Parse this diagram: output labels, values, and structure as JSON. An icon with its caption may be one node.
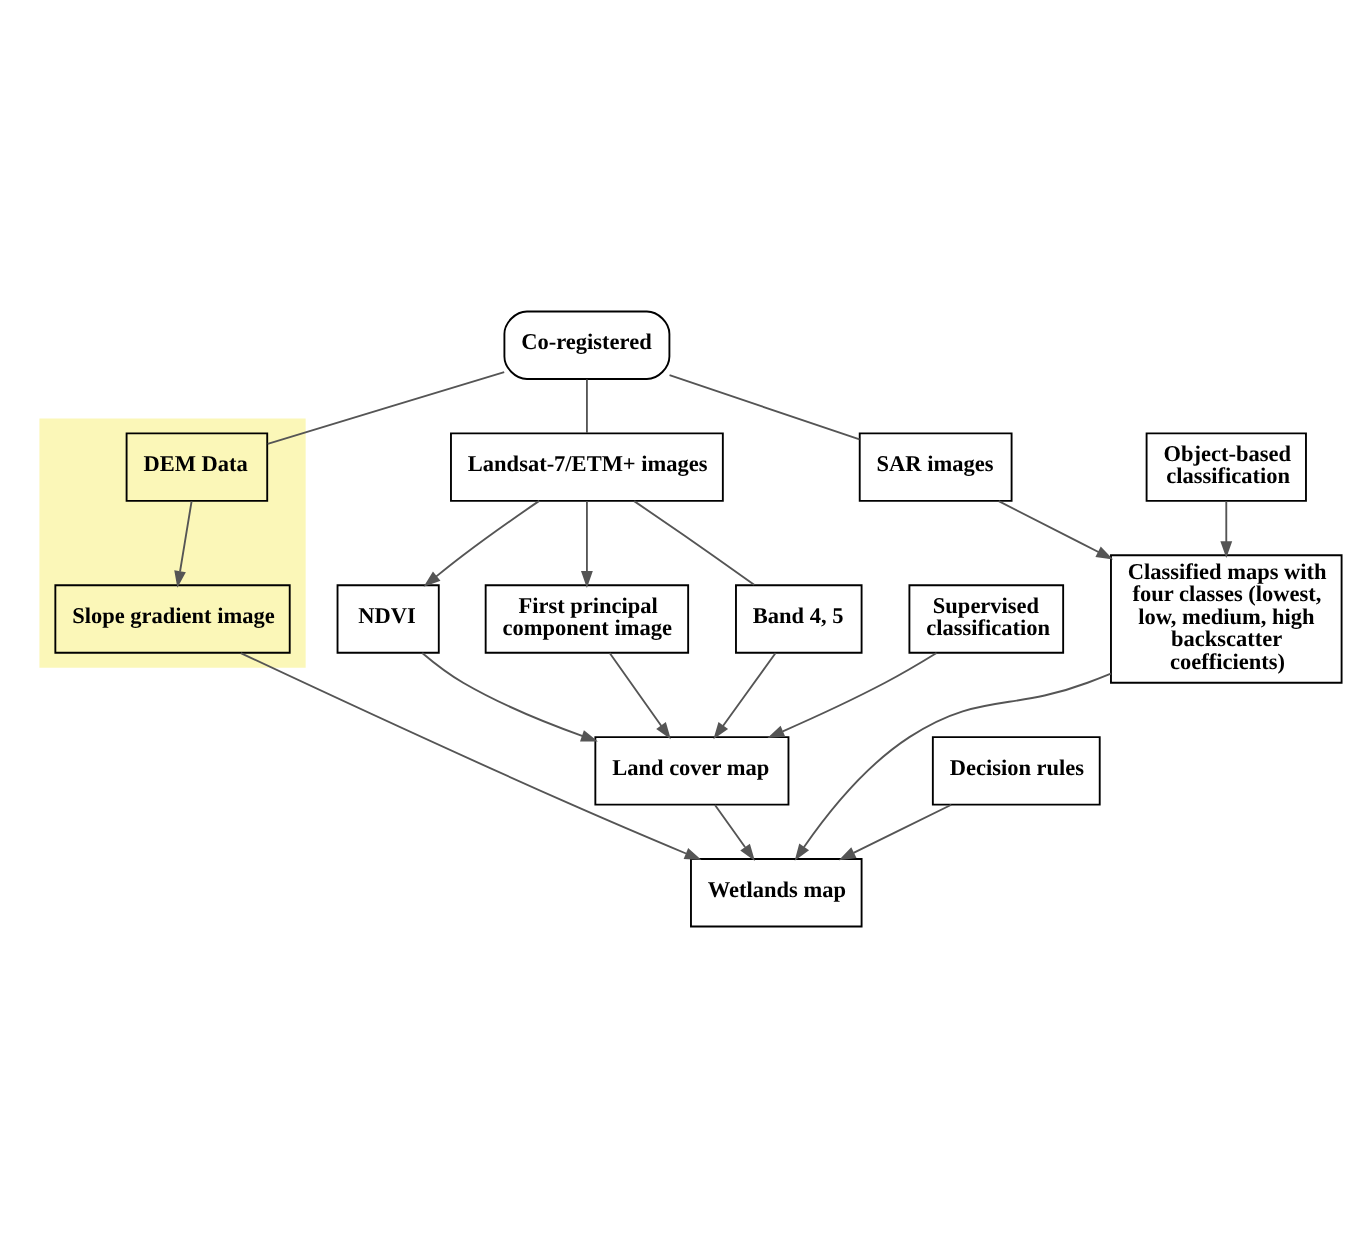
{
  "diagram": {
    "nodes": [
      {
        "text": [
          "Co-registered"
        ]
      },
      {
        "text": [],
        "shape": "band"
      },
      {
        "text": [
          "DEM Data"
        ],
        "in": 1
      },
      {
        "text": [
          "Slope gradient image"
        ],
        "in": 1
      },
      {
        "text": [
          "Landsat-7/ETM+ images"
        ]
      },
      {
        "text": [
          "SAR images"
        ]
      },
      {
        "text": [
          "NDVI"
        ]
      },
      {
        "text": [
          "First principal component image"
        ]
      },
      {
        "text": [
          "Object-based classification"
        ]
      },
      {
        "text": [
          "Band 4, 5"
        ]
      },
      {
        "text": [
          "Supervised classification"
        ]
      },
      {
        "text": [
          "Land cover map"
        ]
      },
      {
        "text": [
          "Classified maps with four classes (lowest, low, medium, high backscatter coefficients)"
        ]
      },
      {
        "text": [
          "Decision rules"
        ]
      },
      {
        "text": [
          "Wetlands map"
        ]
      }
    ],
    "edges": [
      {
        "from": 0,
        "to": 2,
        "arrow": "none"
      },
      {
        "from": 0,
        "to": 4,
        "arrow": "none"
      },
      {
        "from": 0,
        "to": 5,
        "arrow": "none"
      },
      {
        "from": 4,
        "to": 6,
        "arrow": "to"
      },
      {
        "from": 4,
        "to": 7,
        "arrow": "to"
      },
      {
        "from": 4,
        "to": 9,
        "arrow": "none"
      },
      {
        "from": 2,
        "to": 3,
        "arrow": "to"
      },
      {
        "from": 5,
        "to": 12,
        "arrow": "to"
      },
      {
        "from": 8,
        "to": 12,
        "arrow": "to"
      },
      {
        "from": 6,
        "to": 11,
        "arrow": "to"
      },
      {
        "from": 7,
        "to": 11,
        "arrow": "to"
      },
      {
        "from": 9,
        "to": 11,
        "arrow": "to"
      },
      {
        "from": 10,
        "to": 11,
        "arrow": "to"
      },
      {
        "from": 3,
        "to": 14,
        "arrow": "to"
      },
      {
        "from": 11,
        "to": 14,
        "arrow": "to"
      },
      {
        "from": 12,
        "to": 14,
        "arrow": "to"
      },
      {
        "from": 13,
        "to": 14,
        "arrow": "to"
      }
    ]
  }
}
